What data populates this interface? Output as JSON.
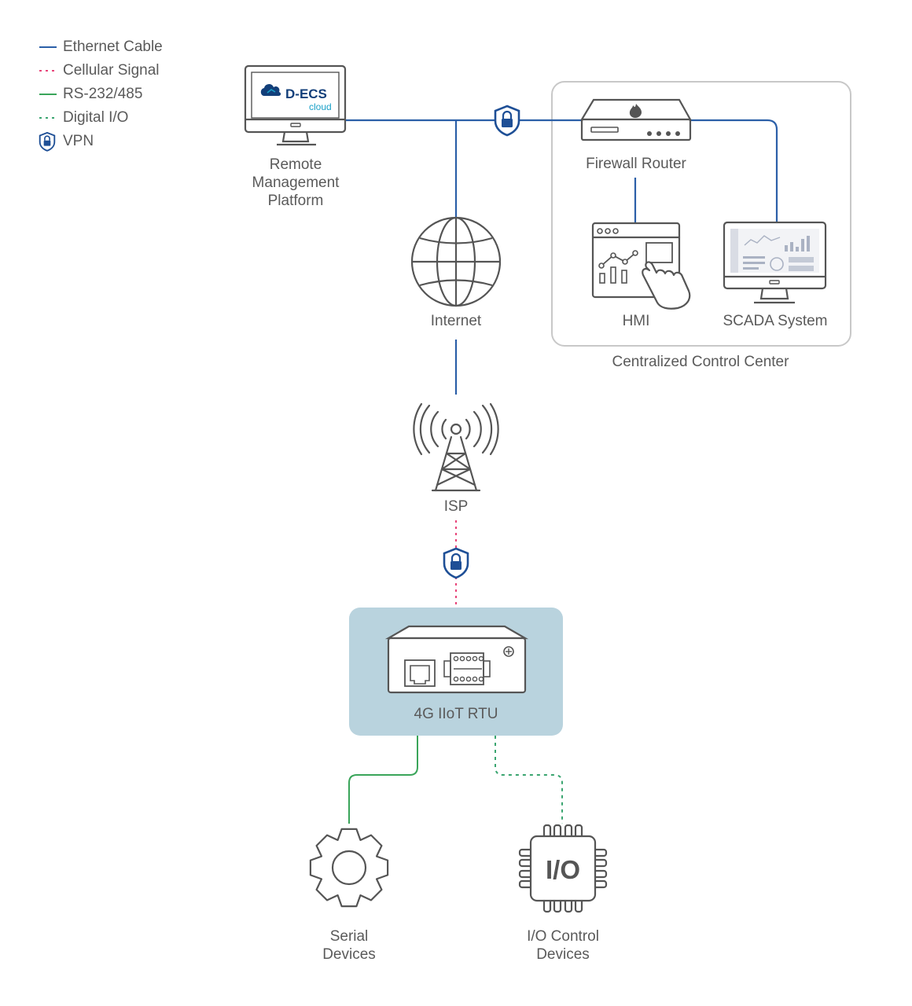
{
  "colors": {
    "ethernet": "#2b5fa8",
    "cellular": "#e8457a",
    "rs": "#3aa55a",
    "digital": "#3aa570",
    "vpn": "#1e4f96",
    "icon_stroke": "#555555",
    "region_border": "#c8c8c8",
    "rtu_bg": "#b9d3de",
    "decs_brand": "#123f7a",
    "decs_accent": "#19a0c8"
  },
  "legend": [
    {
      "id": "ethernet",
      "label": "Ethernet Cable",
      "style": "solid",
      "color": "#2b5fa8"
    },
    {
      "id": "cellular",
      "label": "Cellular Signal",
      "style": "dotted",
      "color": "#e8457a"
    },
    {
      "id": "rs",
      "label": "RS-232/485",
      "style": "solid",
      "color": "#3aa55a"
    },
    {
      "id": "digital",
      "label": "Digital I/O",
      "style": "dotted",
      "color": "#3aa570"
    },
    {
      "id": "vpn",
      "label": "VPN",
      "style": "icon",
      "icon": "shield-lock-icon"
    }
  ],
  "nodes": {
    "remote_platform": {
      "label_lines": [
        "Remote",
        "Management",
        "Platform"
      ],
      "screen_brand": "D-ECS",
      "screen_sub": "cloud"
    },
    "firewall_router": {
      "label": "Firewall Router"
    },
    "hmi": {
      "label": "HMI"
    },
    "scada": {
      "label": "SCADA System"
    },
    "internet": {
      "label": "Internet"
    },
    "isp": {
      "label": "ISP"
    },
    "rtu": {
      "label": "4G IIoT RTU"
    },
    "serial": {
      "label_lines": [
        "Serial",
        "Devices"
      ]
    },
    "io_control": {
      "label_lines": [
        "I/O Control",
        "Devices"
      ],
      "chip_text": "I/O"
    }
  },
  "regions": {
    "control_center": {
      "label": "Centralized Control Center"
    }
  }
}
